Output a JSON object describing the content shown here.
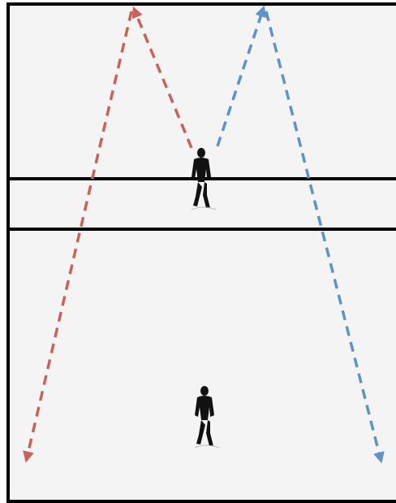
{
  "diagram": {
    "arrows": [
      {
        "name": "red-arrow",
        "color": "#C9625B"
      },
      {
        "name": "blue-arrow",
        "color": "#5F93C6"
      }
    ],
    "court_color": "#F4F4F4",
    "line_color": "#000000",
    "runners": [
      {
        "name": "runner-top"
      },
      {
        "name": "runner-bottom"
      }
    ]
  }
}
